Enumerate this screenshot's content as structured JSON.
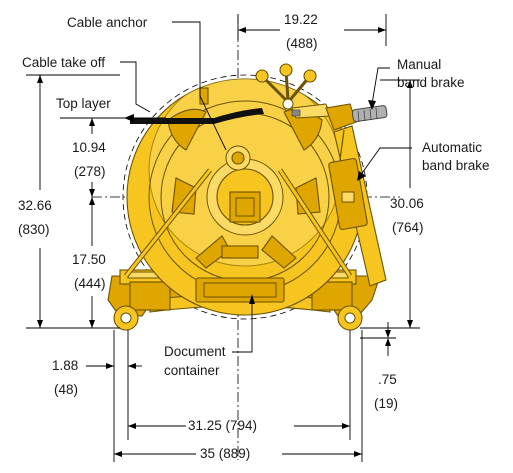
{
  "labels": {
    "cable_anchor": "Cable anchor",
    "cable_take_off": "Cable take off",
    "top_layer": "Top layer",
    "manual_band_brake_1": "Manual",
    "manual_band_brake_2": "band brake",
    "automatic_band_brake_1": "Automatic",
    "automatic_band_brake_2": "band brake",
    "document_container_1": "Document",
    "document_container_2": "container"
  },
  "dimensions": {
    "top_width_in": "19.22",
    "top_width_mm": "(488)",
    "height_top_layer_in": "10.94",
    "height_top_layer_mm": "(278)",
    "overall_height_in": "32.66",
    "overall_height_mm": "(830)",
    "axle_height_in": "17.50",
    "axle_height_mm": "(444)",
    "right_height_in": "30.06",
    "right_height_mm": "(764)",
    "left_offset_in": "1.88",
    "left_offset_mm": "(48)",
    "right_offset_in": ".75",
    "right_offset_mm": "(19)",
    "base_width": "31.25 (794)",
    "overall_width": "35 (889)"
  },
  "colors": {
    "body_yellow": "#F7C520",
    "shadow_yellow": "#E0A600",
    "highlight_yellow": "#FBDB66",
    "cable_black": "#111111",
    "brake_handle_gray": "#B0B0B0"
  }
}
